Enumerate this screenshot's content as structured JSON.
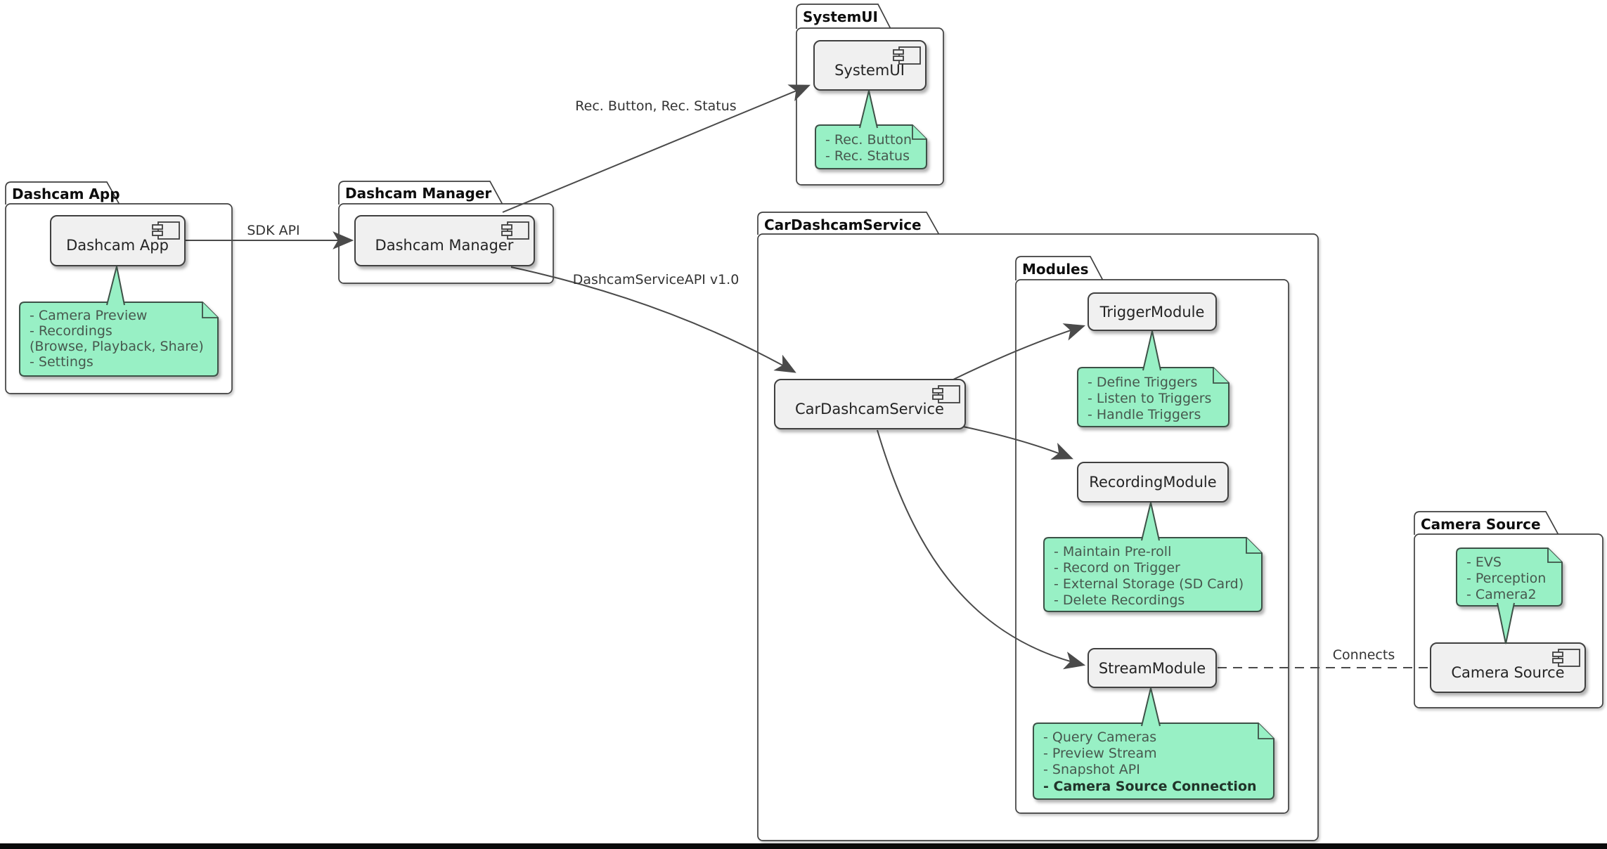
{
  "packages": {
    "dashcam_app": {
      "title": "Dashcam App"
    },
    "dashcam_manager": {
      "title": "Dashcam Manager"
    },
    "systemui": {
      "title": "SystemUI"
    },
    "car_dashcam_service": {
      "title": "CarDashcamService"
    },
    "modules": {
      "title": "Modules"
    },
    "camera_source": {
      "title": "Camera Source"
    }
  },
  "components": {
    "dashcam_app": {
      "label": "Dashcam App"
    },
    "dashcam_manager": {
      "label": "Dashcam Manager"
    },
    "systemui": {
      "label": "SystemUI"
    },
    "car_dashcam_service": {
      "label": "CarDashcamService"
    },
    "trigger_module": {
      "label": "TriggerModule"
    },
    "recording_module": {
      "label": "RecordingModule"
    },
    "stream_module": {
      "label": "StreamModule"
    },
    "camera_source": {
      "label": "Camera Source"
    }
  },
  "notes": {
    "dashcam_app": {
      "lines": [
        "- Camera Preview",
        "- Recordings",
        "(Browse, Playback, Share)",
        "- Settings"
      ]
    },
    "systemui": {
      "lines": [
        "- Rec. Button",
        "- Rec. Status"
      ]
    },
    "trigger_module": {
      "lines": [
        "- Define Triggers",
        "- Listen to Triggers",
        "- Handle Triggers"
      ]
    },
    "recording_module": {
      "lines": [
        "- Maintain Pre-roll",
        "- Record on Trigger",
        "- External Storage (SD Card)",
        "- Delete Recordings"
      ]
    },
    "stream_module": {
      "lines": [
        "- Query Cameras",
        "- Preview Stream",
        "- Snapshot API",
        "- Camera Source Connection"
      ]
    },
    "camera_source": {
      "lines": [
        "- EVS",
        "- Perception",
        "- Camera2"
      ]
    }
  },
  "edges": {
    "sdk_api": {
      "label": "SDK API"
    },
    "rec_button_status": {
      "label": "Rec. Button, Rec. Status"
    },
    "dashcam_service_api": {
      "label": "DashcamServiceAPI v1.0"
    },
    "connects": {
      "label": "Connects"
    }
  },
  "colors": {
    "note_fill": "#98f0c5",
    "note_border": "#3e5147",
    "component_fill": "#f0f0f0",
    "border": "#3f3f3f",
    "edge": "#4a4a4a",
    "bottom_bar": "#0a0a0a",
    "background": "#ffffff"
  }
}
